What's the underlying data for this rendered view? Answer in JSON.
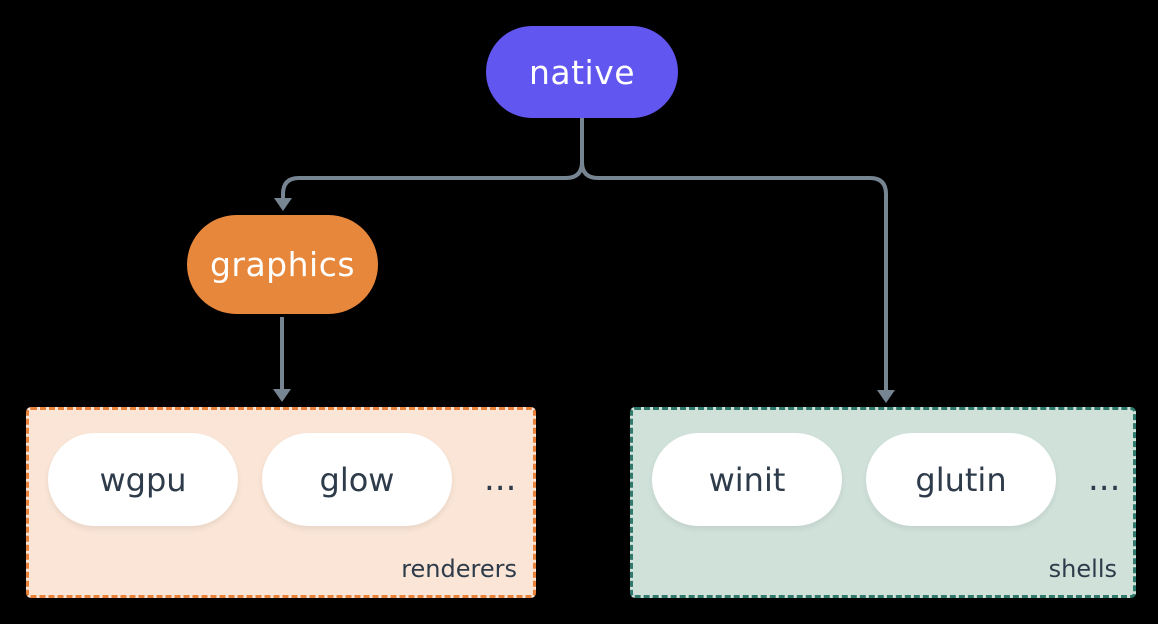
{
  "diagram": {
    "title_hint": "egui native backends architecture",
    "background_color": "#000000",
    "connector_color": "#778593",
    "nodes": {
      "native": {
        "label": "native",
        "fill": "#6156EF",
        "text_color": "#FFFFFF"
      },
      "graphics": {
        "label": "graphics",
        "fill": "#E7873C",
        "text_color": "#FFFFFF"
      }
    },
    "groups": {
      "renderers": {
        "label": "renderers",
        "background": "#FAE5D6",
        "border_color": "#E8823B",
        "items": [
          {
            "label": "wgpu"
          },
          {
            "label": "glow"
          }
        ],
        "ellipsis": "...",
        "item_text_color": "#2E3B4A"
      },
      "shells": {
        "label": "shells",
        "background": "#D0E1DA",
        "border_color": "#2F7A6C",
        "items": [
          {
            "label": "winit"
          },
          {
            "label": "glutin"
          }
        ],
        "ellipsis": "...",
        "item_text_color": "#2E3B4A"
      }
    },
    "edges": [
      {
        "from": "native",
        "to": "graphics"
      },
      {
        "from": "native",
        "to": "shells"
      },
      {
        "from": "graphics",
        "to": "renderers"
      }
    ]
  }
}
